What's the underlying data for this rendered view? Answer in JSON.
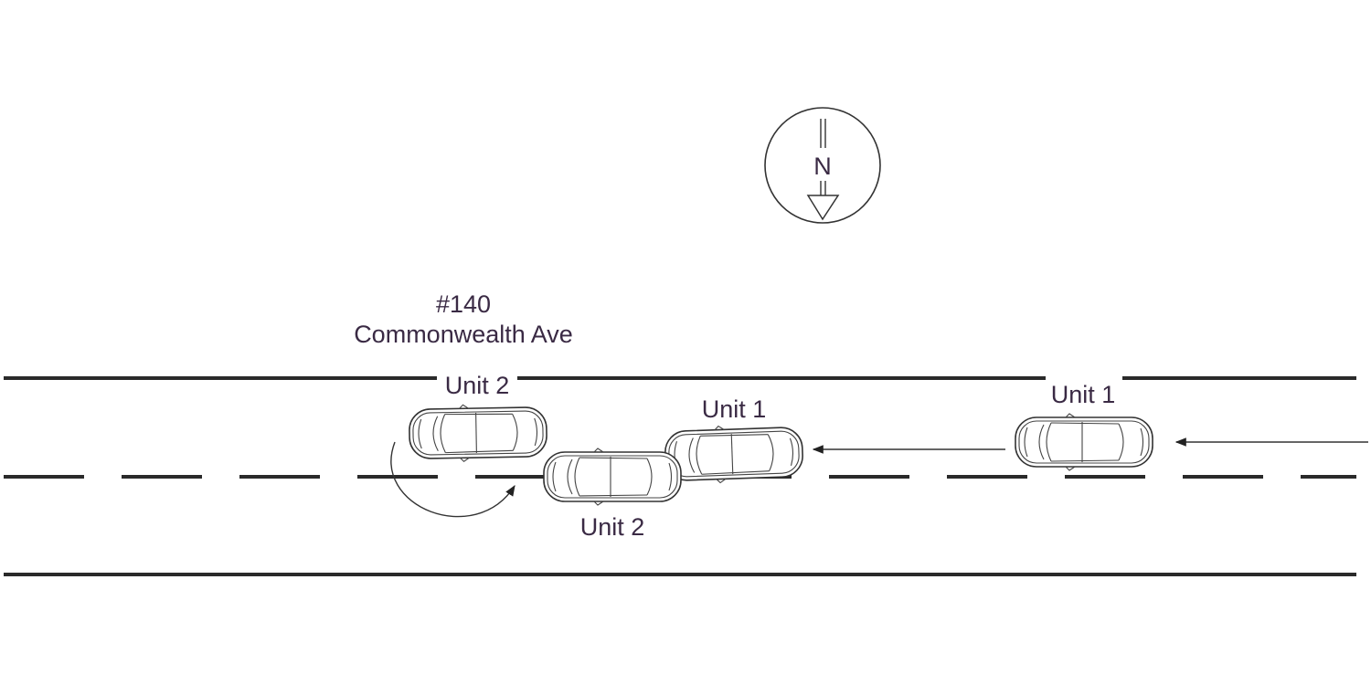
{
  "address": {
    "number": "#140",
    "street": "Commonwealth Ave"
  },
  "compass": {
    "letter": "N",
    "icon": "north-arrow-icon"
  },
  "units": {
    "unit2_start": "Unit 2",
    "unit2_final": "Unit 2",
    "unit1_start": "Unit 1",
    "unit1_final": "Unit 1"
  },
  "colors": {
    "road": "#2a2a2a",
    "label": "#3a2a44"
  }
}
